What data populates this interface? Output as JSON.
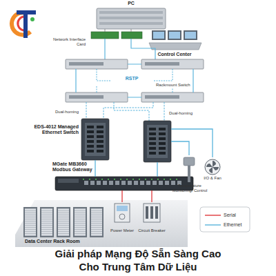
{
  "diagram": {
    "caption": "Giải pháp Mạng Độ Sẵn Sàng Cao Cho Trung Tâm Dữ Liệu",
    "nodes": [
      {
        "text": [
          "PC",
          "Network Interface Card"
        ]
      },
      {
        "text": [
          "Control Center"
        ]
      },
      {
        "text": [
          "Dual-homing",
          "EDS-4012 Managed Ethernet Switch"
        ]
      },
      {
        "text": [
          "Dual-homing"
        ]
      },
      {
        "text": [
          "MGate MB3660 Modbus Gateway"
        ]
      },
      {
        "text": [
          "Temperature Monitoring/ Control"
        ]
      },
      {
        "text": [
          "I/O & Fan"
        ]
      },
      {
        "text": [
          "Data Center Rack Room"
        ]
      },
      {
        "text": [
          "Power Meter"
        ],
        "in": 7
      },
      {
        "text": [
          "Circuit Breaker"
        ],
        "in": 7
      }
    ],
    "edges": [
      {
        "from": 2,
        "to": 4,
        "arrow": "none"
      },
      {
        "from": 3,
        "to": 4,
        "arrow": "none"
      },
      {
        "from": 3,
        "to": 5,
        "arrow": "none"
      },
      {
        "from": 3,
        "to": 6,
        "arrow": "none"
      },
      {
        "from": 4,
        "to": 8,
        "arrow": "none"
      },
      {
        "from": 4,
        "to": 9,
        "arrow": "none"
      }
    ],
    "labels": [
      "RSTP",
      "Rackmount Switch"
    ],
    "legend": [
      {
        "text": "Serial"
      },
      {
        "text": "Ethernet"
      }
    ]
  }
}
